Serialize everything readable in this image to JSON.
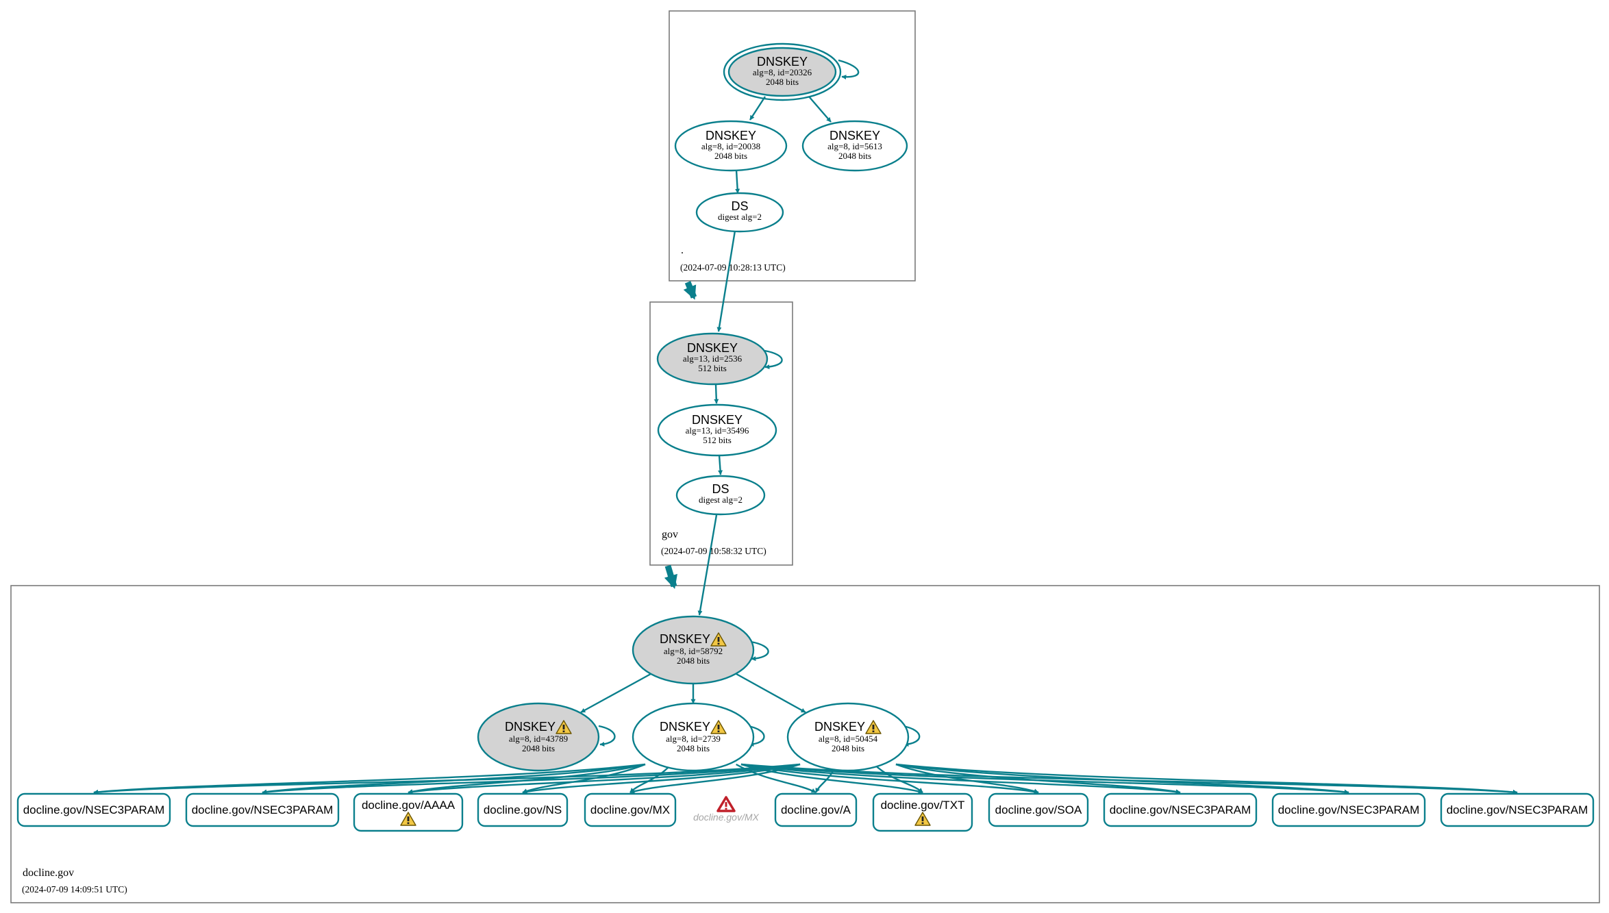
{
  "colors": {
    "edge": "#0a7f8c",
    "ksk_fill": "#d3d3d3",
    "box": "#7a7a7a",
    "warning": "#f2c744",
    "error": "#c0202a"
  },
  "zones": {
    "root": {
      "name": ".",
      "timestamp": "(2024-07-09 10:28:13 UTC)"
    },
    "gov": {
      "name": "gov",
      "timestamp": "(2024-07-09 10:58:32 UTC)"
    },
    "docline": {
      "name": "docline.gov",
      "timestamp": "(2024-07-09 14:09:51 UTC)"
    }
  },
  "root_nodes": {
    "ksk": {
      "title": "DNSKEY",
      "l1": "alg=8, id=20326",
      "l2": "2048 bits"
    },
    "zsk1": {
      "title": "DNSKEY",
      "l1": "alg=8, id=20038",
      "l2": "2048 bits"
    },
    "zsk2": {
      "title": "DNSKEY",
      "l1": "alg=8, id=5613",
      "l2": "2048 bits"
    },
    "ds": {
      "title": "DS",
      "l1": "digest alg=2"
    }
  },
  "gov_nodes": {
    "ksk": {
      "title": "DNSKEY",
      "l1": "alg=13, id=2536",
      "l2": "512 bits"
    },
    "zsk": {
      "title": "DNSKEY",
      "l1": "alg=13, id=35496",
      "l2": "512 bits"
    },
    "ds": {
      "title": "DS",
      "l1": "digest alg=2"
    }
  },
  "docline_nodes": {
    "ksk": {
      "title": "DNSKEY",
      "l1": "alg=8, id=58792",
      "l2": "2048 bits",
      "warning_icon": "warning-icon"
    },
    "k1": {
      "title": "DNSKEY",
      "l1": "alg=8, id=43789",
      "l2": "2048 bits",
      "warning_icon": "warning-icon"
    },
    "k2": {
      "title": "DNSKEY",
      "l1": "alg=8, id=2739",
      "l2": "2048 bits",
      "warning_icon": "warning-icon"
    },
    "k3": {
      "title": "DNSKEY",
      "l1": "alg=8, id=50454",
      "l2": "2048 bits",
      "warning_icon": "warning-icon"
    }
  },
  "rrsets": [
    {
      "label": "docline.gov/NSEC3PARAM",
      "warning": false
    },
    {
      "label": "docline.gov/NSEC3PARAM",
      "warning": false
    },
    {
      "label": "docline.gov/AAAA",
      "warning": true
    },
    {
      "label": "docline.gov/NS",
      "warning": false
    },
    {
      "label": "docline.gov/MX",
      "warning": false
    },
    {
      "label": "docline.gov/A",
      "warning": false
    },
    {
      "label": "docline.gov/TXT",
      "warning": true
    },
    {
      "label": "docline.gov/SOA",
      "warning": false
    },
    {
      "label": "docline.gov/NSEC3PARAM",
      "warning": false
    },
    {
      "label": "docline.gov/NSEC3PARAM",
      "warning": false
    },
    {
      "label": "docline.gov/NSEC3PARAM",
      "warning": false
    }
  ],
  "missing_rrset": {
    "label": "docline.gov/MX",
    "error_icon": "error-icon"
  }
}
